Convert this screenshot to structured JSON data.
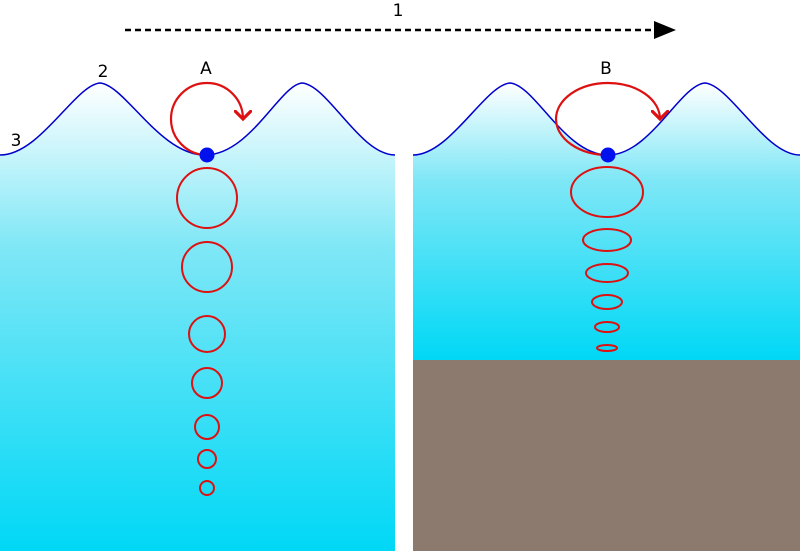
{
  "labels": {
    "direction": "1",
    "crest": "2",
    "surface": "3",
    "deep_panel": "A",
    "shallow_panel": "B"
  },
  "colors": {
    "water_top": "#ffffff",
    "water_mid": "#7fe7f6",
    "water_bottom": "#00d8f6",
    "surface_line": "#0000cc",
    "orbit": "#dd1111",
    "particle": "#0011ee",
    "seabed": "#8c7a6e",
    "arrow": "#000000"
  }
}
